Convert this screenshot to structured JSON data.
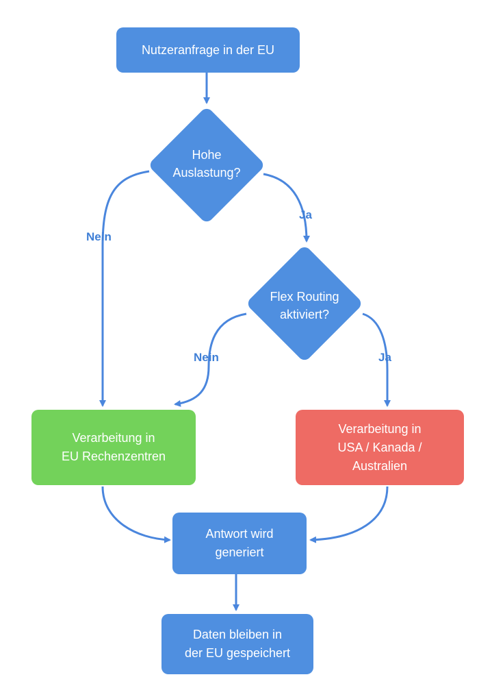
{
  "nodes": {
    "start": {
      "lines": [
        "Nutzeranfrage in der EU"
      ]
    },
    "high_load": {
      "lines": [
        "Hohe",
        "Auslastung?"
      ]
    },
    "flex_routing": {
      "lines": [
        "Flex Routing",
        "aktiviert?"
      ]
    },
    "eu_processing": {
      "lines": [
        "Verarbeitung in",
        "EU Rechenzentren"
      ]
    },
    "foreign_processing": {
      "lines": [
        "Verarbeitung in",
        "USA / Kanada /",
        "Australien"
      ]
    },
    "response": {
      "lines": [
        "Antwort wird",
        "generiert"
      ]
    },
    "data_stays": {
      "lines": [
        "Daten bleiben in",
        "der EU gespeichert"
      ]
    }
  },
  "edges": {
    "high_load_no": "Nein",
    "high_load_yes": "Ja",
    "flex_no": "Nein",
    "flex_yes": "Ja"
  },
  "colors": {
    "primary": "#4f8fe0",
    "eu": "#73d25a",
    "foreign": "#ee6b64",
    "connector": "#4a86dd",
    "edge_label": "#3f7fd6"
  }
}
